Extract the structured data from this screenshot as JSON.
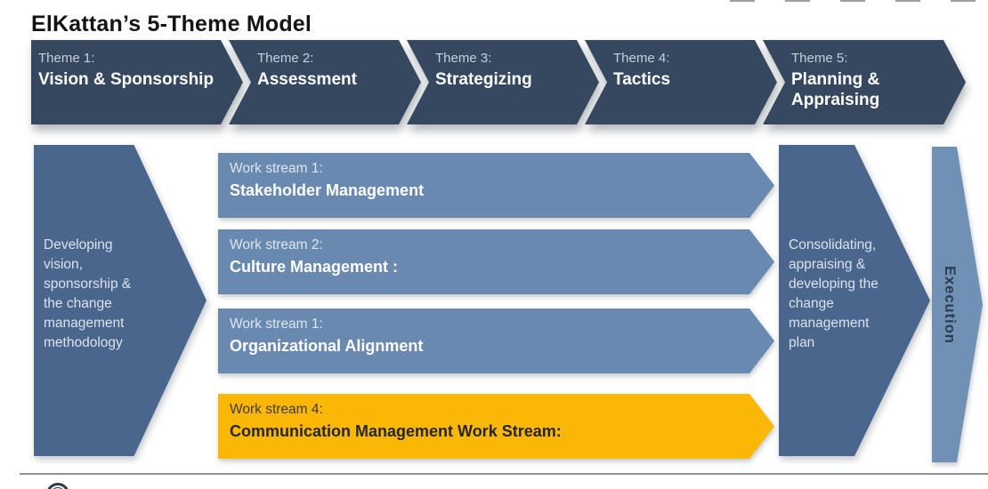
{
  "title": "ElKattan’s 5-Theme Model",
  "themes": [
    {
      "label": "Theme 1:",
      "name": "Vision & Sponsorship"
    },
    {
      "label": "Theme 2:",
      "name": "Assessment"
    },
    {
      "label": "Theme 3:",
      "name": "Strategizing"
    },
    {
      "label": "Theme 4:",
      "name": "Tactics"
    },
    {
      "label": "Theme 5:",
      "name": "Planning & Appraising"
    }
  ],
  "left_arrow": {
    "text": "Developing vision, sponsorship & the change management methodology"
  },
  "work_streams": [
    {
      "label": "Work stream 1:",
      "name": "Stakeholder Management",
      "color": "#6989B1"
    },
    {
      "label": "Work stream 2:",
      "name": "Culture Management :",
      "color": "#6989B1"
    },
    {
      "label": "Work stream 1:",
      "name": "Organizational Alignment",
      "color": "#6989B1"
    },
    {
      "label": "Work stream 4:",
      "name": "Communication Management Work Stream:",
      "color": "#FAB705"
    }
  ],
  "right_arrow": {
    "text": "Consolidating, appraising & developing the change management plan"
  },
  "execution": {
    "label": "Execution"
  },
  "colors": {
    "theme_navy": "#35485F",
    "work_stream_blue": "#6989B1",
    "side_pentagon_blue": "#4A668C",
    "execution_blue": "#7090B6",
    "highlight_orange": "#FAB705",
    "title_text": "#141414",
    "divider_gray": "#8C9196"
  }
}
